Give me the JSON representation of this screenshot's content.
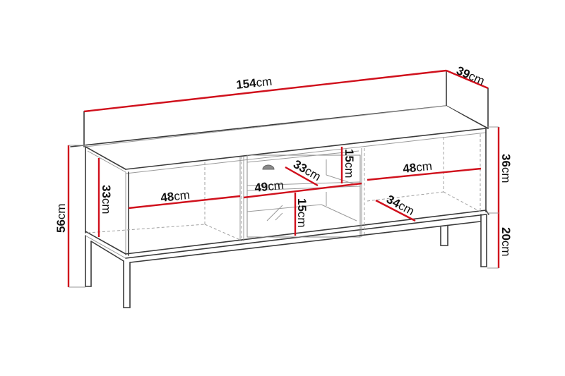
{
  "diagram": {
    "subject": "TV stand technical dimension drawing",
    "accent_color": "#d0101c",
    "line_color": "#3a3a3a",
    "unit": "cm",
    "dimensions": {
      "total_width": {
        "value": "154",
        "unit": "cm"
      },
      "total_depth": {
        "value": "39",
        "unit": "cm"
      },
      "total_height": {
        "value": "56",
        "unit": "cm"
      },
      "body_height": {
        "value": "36",
        "unit": "cm"
      },
      "leg_height": {
        "value": "20",
        "unit": "cm"
      },
      "left_niche_height": {
        "value": "33",
        "unit": "cm"
      },
      "left_niche_width": {
        "value": "48",
        "unit": "cm"
      },
      "center_width": {
        "value": "49",
        "unit": "cm"
      },
      "center_depth": {
        "value": "33",
        "unit": "cm"
      },
      "center_upper_height": {
        "value": "15",
        "unit": "cm"
      },
      "center_lower_height": {
        "value": "15",
        "unit": "cm"
      },
      "right_niche_width": {
        "value": "48",
        "unit": "cm"
      },
      "right_niche_depth": {
        "value": "34",
        "unit": "cm"
      }
    }
  }
}
